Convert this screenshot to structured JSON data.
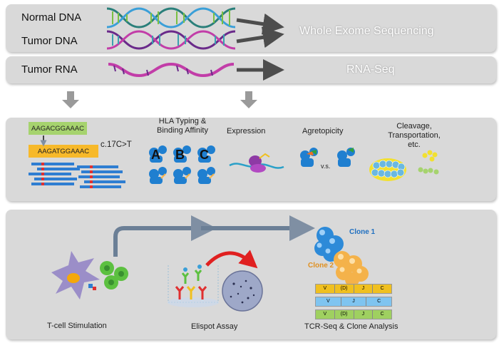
{
  "section1": {
    "normal_dna": "Normal DNA",
    "tumor_dna": "Tumor DNA",
    "tumor_rna": "Tumor RNA",
    "wes": "Whole Exome Sequencing",
    "rnaseq": "RNA-Seq"
  },
  "section2": {
    "seq_ref": "AAGACGGAAAC",
    "seq_mut": "AAGATGGAAAC",
    "mutation": "c.17C>T",
    "hla": "HLA Typing & Binding Affinity",
    "hla_a": "A",
    "hla_b": "B",
    "hla_c": "C",
    "expression": "Expression",
    "agretopicity": "Agretopicity",
    "vs": "v.s.",
    "cleavage": "Cleavage, Transportation, etc."
  },
  "section3": {
    "tcell": "T-cell Stimulation",
    "elispot": "Elispot Assay",
    "tcr": "TCR-Seq & Clone Analysis",
    "clone1": "Clone 1",
    "clone2": "Clone 2",
    "tcr_rows": [
      [
        "V",
        "(D)",
        "J",
        "C"
      ],
      [
        "V",
        "J",
        "C"
      ],
      [
        "V",
        "(D)",
        "J",
        "C"
      ]
    ]
  },
  "colors": {
    "panel": "#d9d9d9",
    "protein": "#1f7fd0",
    "clone1": "#2d8ad8",
    "clone2": "#f4b24a",
    "arrow": "#4d4d4d",
    "red_arrow": "#e02020"
  }
}
